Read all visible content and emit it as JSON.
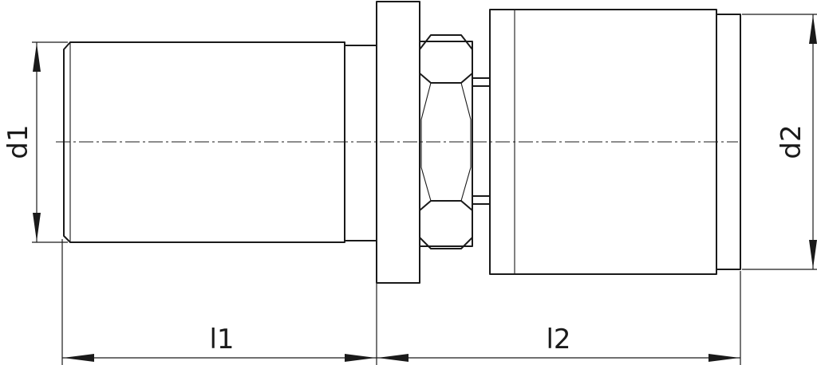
{
  "labels": {
    "d1": "d1",
    "d2": "d2",
    "l1": "l1",
    "l2": "l2"
  },
  "colors": {
    "line": "#1a1a1a",
    "background": "#ffffff"
  }
}
